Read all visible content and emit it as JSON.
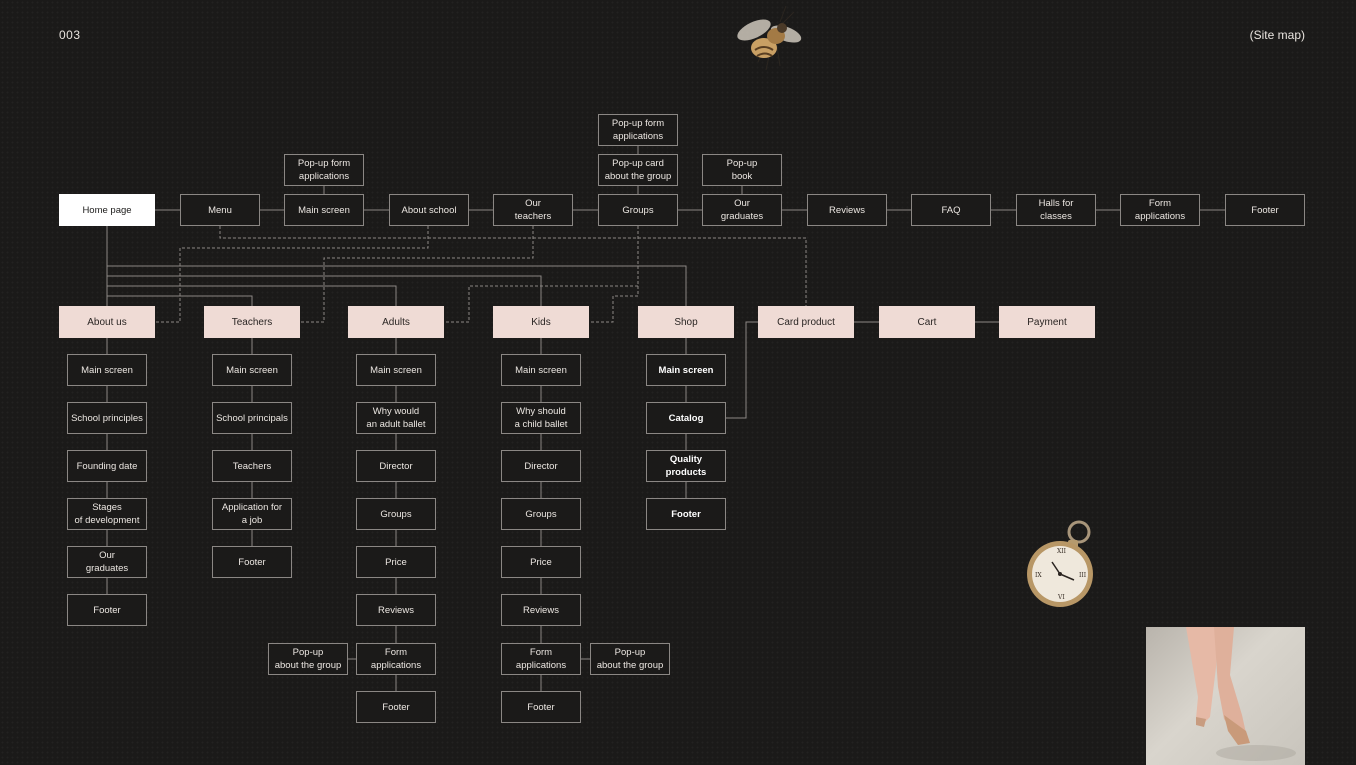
{
  "header": {
    "page_number": "003",
    "section_tag": "(Site map)"
  },
  "colors": {
    "background": "#1b1a19",
    "line": "#8b8784",
    "pink": "#efdbd5",
    "white": "#ffffff"
  },
  "decor": {
    "top": "bee-illustration",
    "right": "pocket-watch-illustration",
    "corner": "ballet-feet-photo"
  },
  "top_row": [
    {
      "id": "home",
      "label": "Home page",
      "style": "white"
    },
    {
      "id": "menu",
      "label": "Menu"
    },
    {
      "id": "main_screen",
      "label": "Main screen"
    },
    {
      "id": "about_school",
      "label": "About school"
    },
    {
      "id": "our_teachers",
      "label": "Our\nteachers"
    },
    {
      "id": "groups",
      "label": "Groups"
    },
    {
      "id": "our_graduates",
      "label": "Our\ngraduates"
    },
    {
      "id": "reviews",
      "label": "Reviews"
    },
    {
      "id": "faq",
      "label": "FAQ"
    },
    {
      "id": "halls",
      "label": "Halls for\nclasses"
    },
    {
      "id": "form_app",
      "label": "Form\napplications"
    },
    {
      "id": "footer",
      "label": "Footer"
    }
  ],
  "popups_top": [
    {
      "id": "popup_form_main",
      "label": "Pop-up form\napplications"
    },
    {
      "id": "popup_form_groups",
      "label": "Pop-up form\napplications"
    },
    {
      "id": "popup_card_groups",
      "label": "Pop-up card\nabout the group"
    },
    {
      "id": "popup_book",
      "label": "Pop-up\nbook"
    }
  ],
  "sections": [
    {
      "id": "about_us",
      "label": "About us",
      "children": [
        "Main screen",
        "School principles",
        "Founding date",
        "Stages\nof development",
        "Our\ngraduates",
        "Footer"
      ]
    },
    {
      "id": "teachers",
      "label": "Teachers",
      "children": [
        "Main screen",
        "School principals",
        "Teachers",
        "Application for\na job",
        "Footer"
      ]
    },
    {
      "id": "adults",
      "label": "Adults",
      "children": [
        "Main screen",
        "Why would\nan adult ballet",
        "Director",
        "Groups",
        "Price",
        "Reviews",
        "Form\napplications",
        "Footer"
      ]
    },
    {
      "id": "kids",
      "label": "Kids",
      "children": [
        "Main screen",
        "Why should\na child ballet",
        "Director",
        "Groups",
        "Price",
        "Reviews",
        "Form\napplications",
        "Footer"
      ]
    },
    {
      "id": "shop",
      "label": "Shop",
      "children": [
        "Main screen",
        "Catalog",
        "Quality\nproducts",
        "Footer"
      ]
    }
  ],
  "commerce": [
    {
      "id": "card_product",
      "label": "Card product"
    },
    {
      "id": "cart",
      "label": "Cart"
    },
    {
      "id": "payment",
      "label": "Payment"
    }
  ],
  "side_popups": [
    {
      "id": "adults_popup",
      "label": "Pop-up\nabout the group"
    },
    {
      "id": "kids_popup",
      "label": "Pop-up\nabout the group"
    }
  ]
}
